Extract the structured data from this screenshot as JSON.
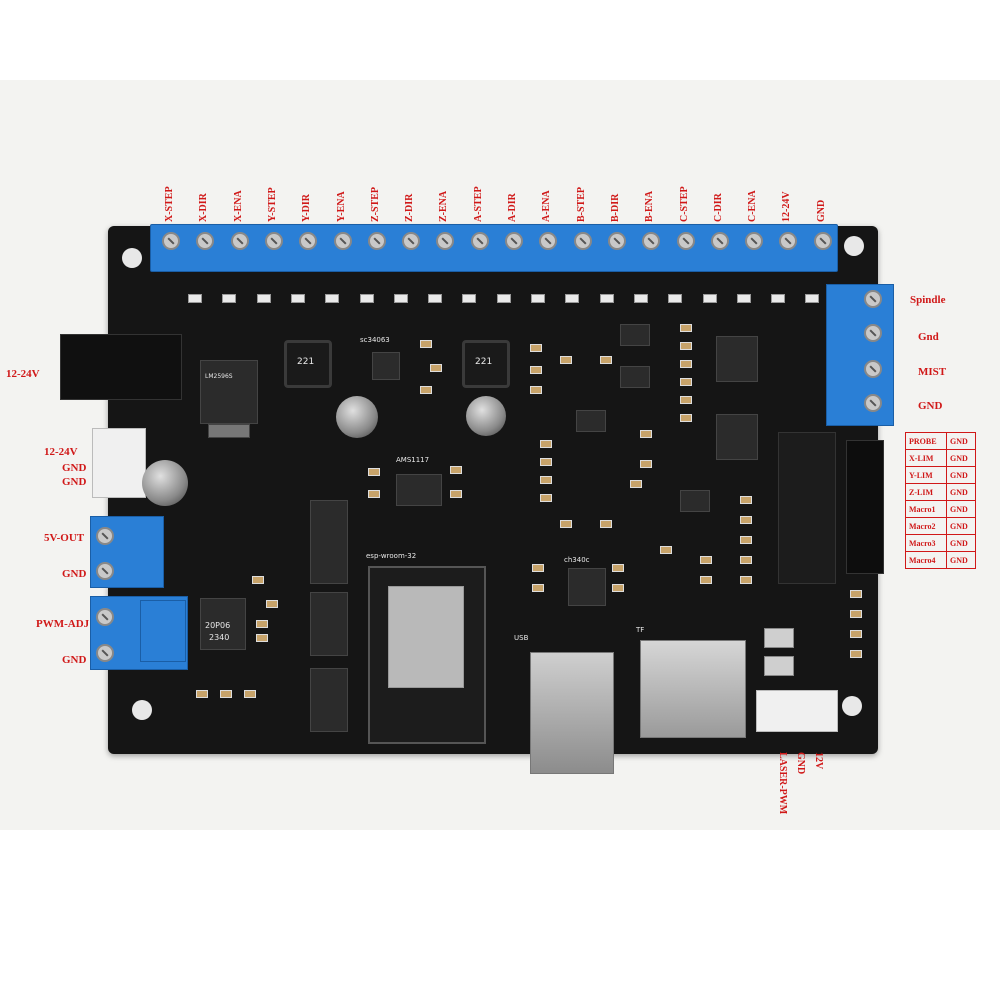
{
  "top_pins": [
    "X-STEP",
    "X-DIR",
    "X-ENA",
    "Y-STEP",
    "Y-DIR",
    "Y-ENA",
    "Z-STEP",
    "Z-DIR",
    "Z-ENA",
    "A-STEP",
    "A-DIR",
    "A-ENA",
    "B-STEP",
    "B-DIR",
    "B-ENA",
    "C-STEP",
    "C-DIR",
    "C-ENA",
    "12-24V",
    "GND"
  ],
  "right_terminal": [
    "Spindle",
    "Gnd",
    "MIST",
    "GND"
  ],
  "left_labels": {
    "power_in": "12-24V",
    "jst_12v": "12-24V",
    "jst_gnd1": "GND",
    "jst_gnd2": "GND",
    "out5v": "5V-OUT",
    "out5v_gnd": "GND",
    "pwm_adj": "PWM-ADJ",
    "pwm_gnd": "GND"
  },
  "pin_table": [
    [
      "PROBE",
      "GND"
    ],
    [
      "X-LIM",
      "GND"
    ],
    [
      "Y-LIM",
      "GND"
    ],
    [
      "Z-LIM",
      "GND"
    ],
    [
      "Macro1",
      "GND"
    ],
    [
      "Macro2",
      "GND"
    ],
    [
      "Macro3",
      "GND"
    ],
    [
      "Macro4",
      "GND"
    ]
  ],
  "bottom_labels": [
    "LASER-PWM",
    "GND",
    "12V"
  ],
  "silkscreen": {
    "esp_label": "esp-wroom-32",
    "ams": "AMS1117",
    "inductor1": "221",
    "inductor2": "221",
    "reg_chip": "LM2596S",
    "mosfet": "20P06",
    "mosfet_code": "2340",
    "usb_chip": "ch340c",
    "chip_sc": "sc34063",
    "usb_label": "USB",
    "tf_label": "TF"
  }
}
